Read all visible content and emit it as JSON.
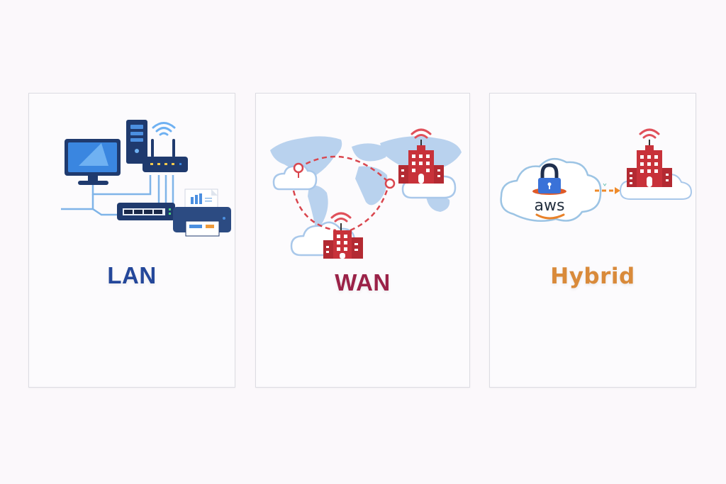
{
  "panels": [
    {
      "id": "lan",
      "title": "LAN",
      "color": "#24479a",
      "icons": [
        "monitor-icon",
        "server-tower-icon",
        "wifi-router-icon",
        "network-switch-icon",
        "printer-icon",
        "document-chart-icon"
      ]
    },
    {
      "id": "wan",
      "title": "WAN",
      "color": "#9b2248",
      "icons": [
        "world-map-icon",
        "cloud-icon",
        "location-pin-icon",
        "office-building-icon",
        "wireless-signal-icon"
      ]
    },
    {
      "id": "hybrid",
      "title": "Hybrid",
      "color": "#d98a3a",
      "icons": [
        "cloud-icon",
        "padlock-icon",
        "aws-logo-icon",
        "arrow-right-icon",
        "office-building-icon"
      ],
      "aws_text": "aws"
    }
  ],
  "colors": {
    "background": "#fbf8fb",
    "card": "#fcfbfd",
    "card_border": "#dcdce2",
    "device_navy": "#1f3a6e",
    "screen_blue": "#3a86e0",
    "cable_blue": "#7fb4e8",
    "building_red": "#c8323a",
    "map_blue": "#b9d2ee",
    "dash_red": "#d9464e",
    "arrow_orange": "#ef8a2a"
  }
}
